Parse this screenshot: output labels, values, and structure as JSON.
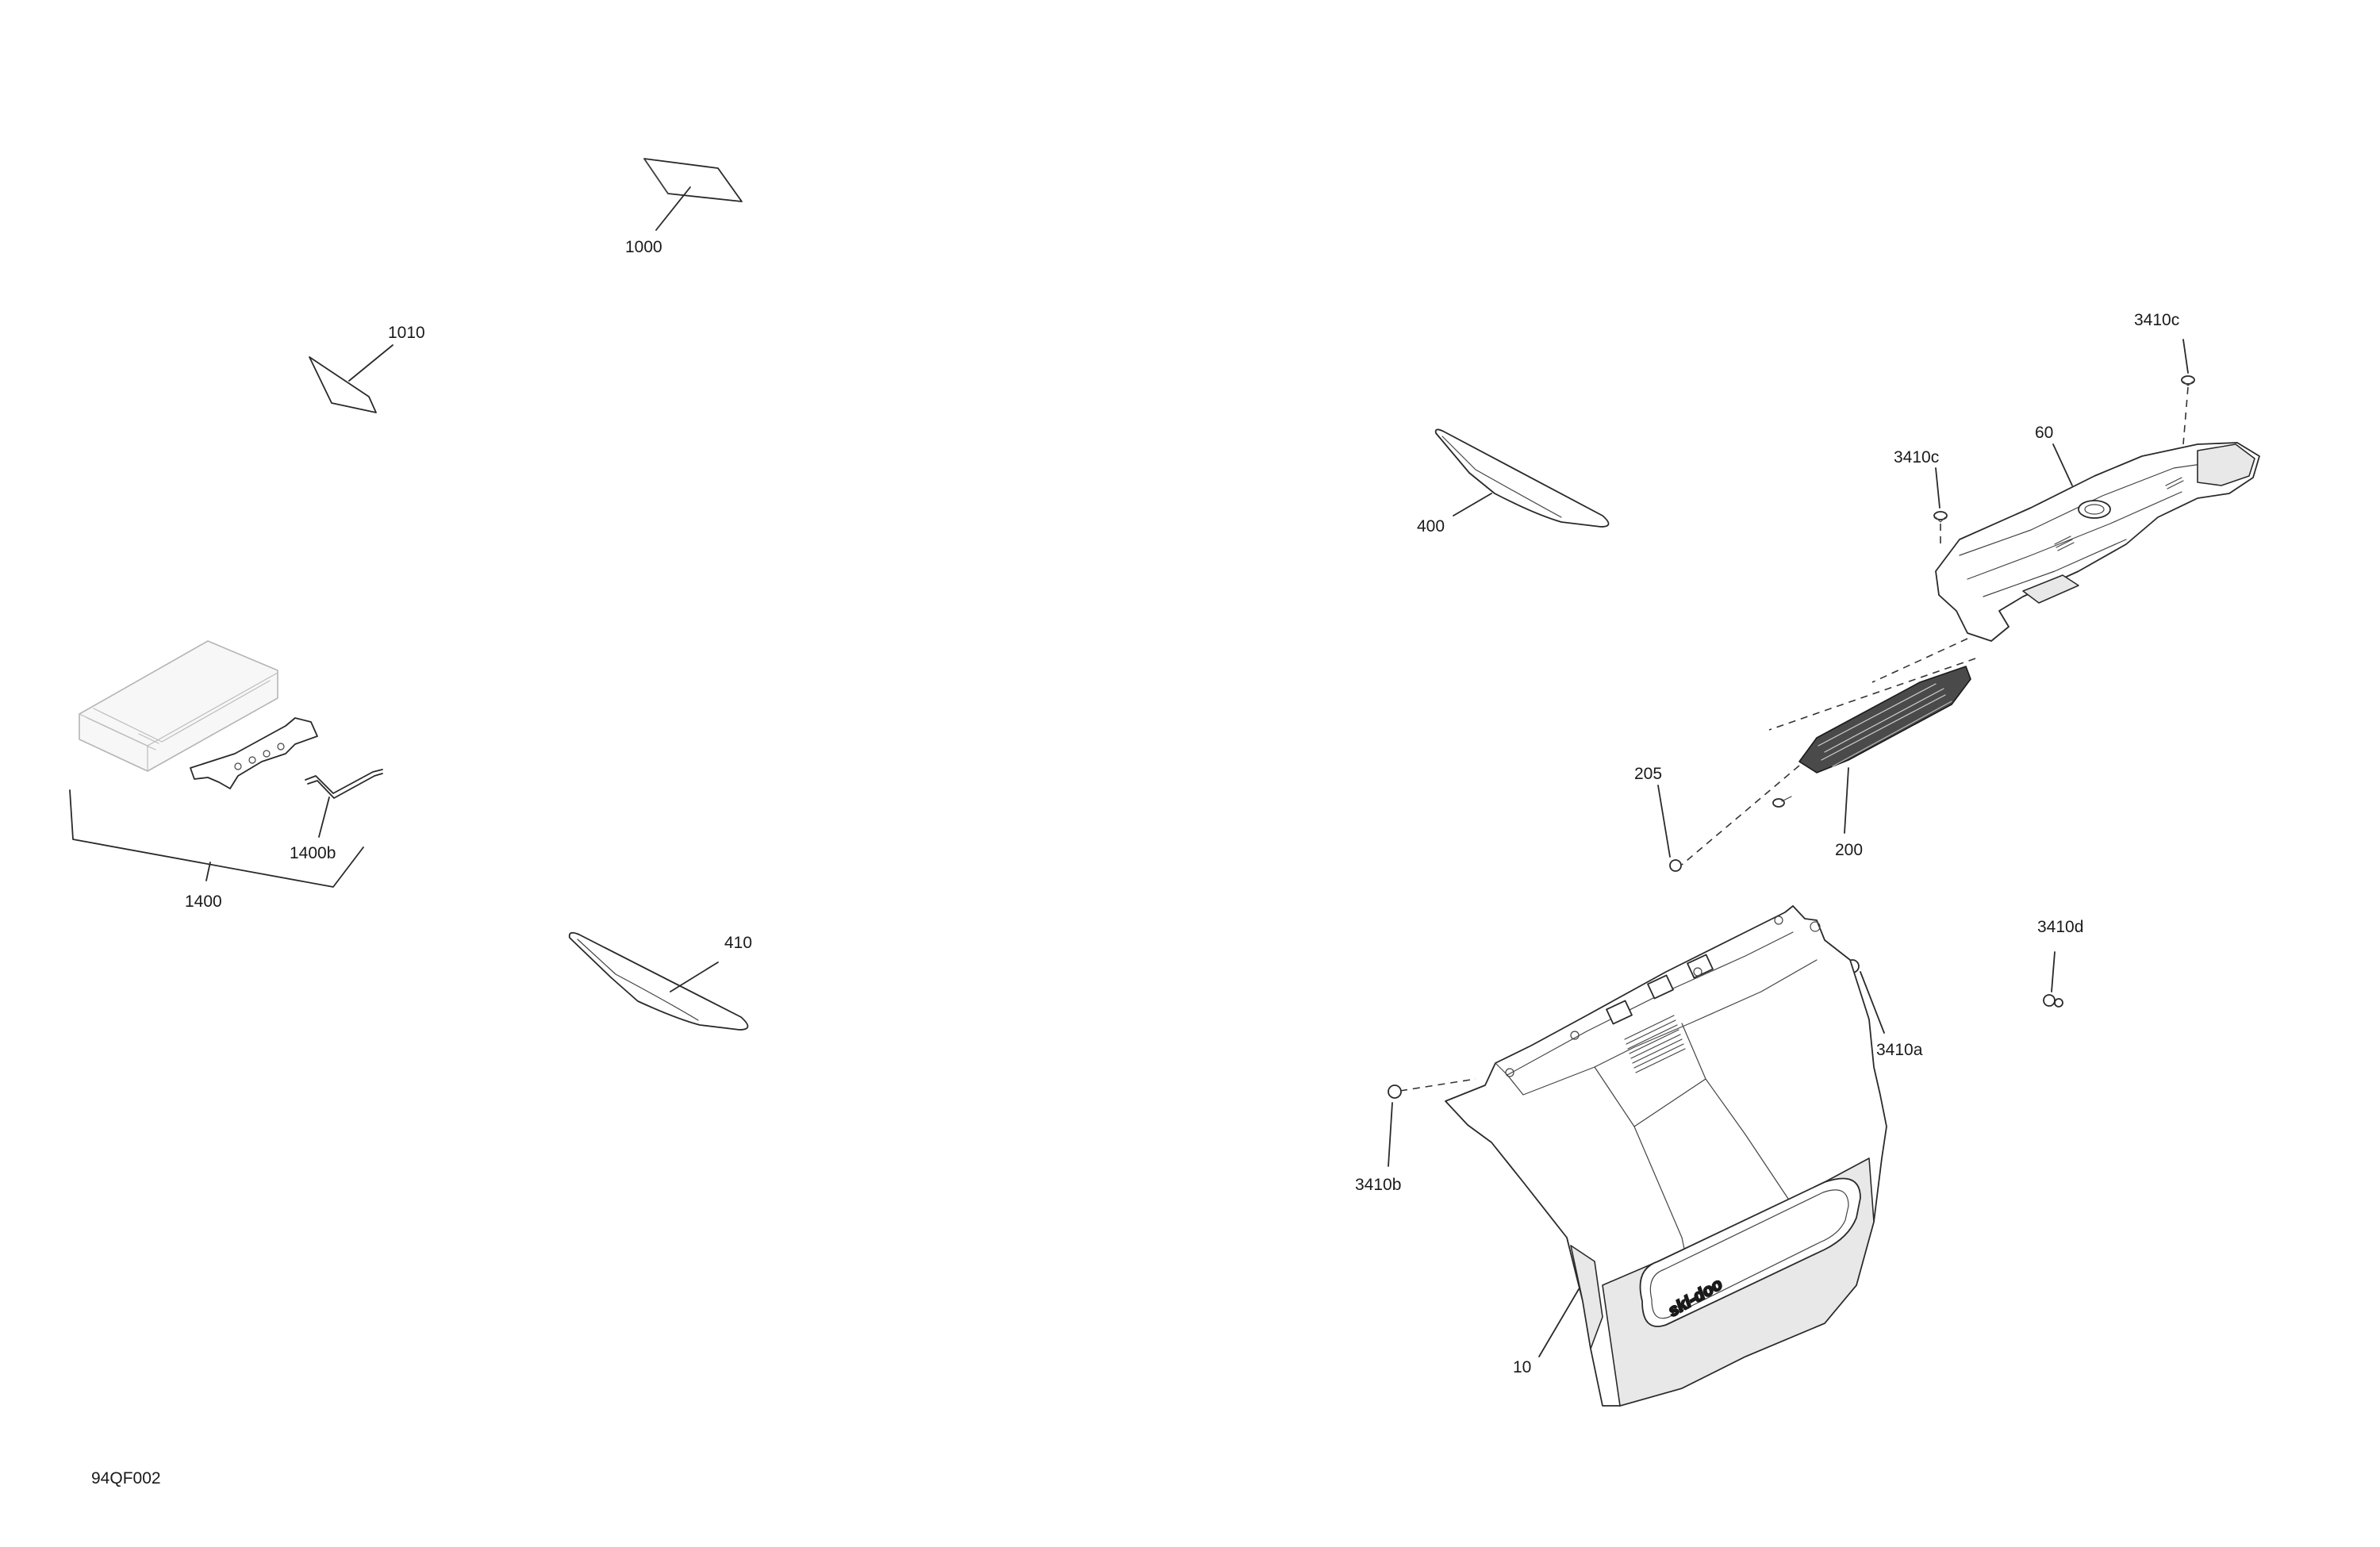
{
  "diagram_id": "94QF002",
  "callouts": [
    {
      "id": "1000",
      "label": "1000"
    },
    {
      "id": "1010",
      "label": "1010"
    },
    {
      "id": "1400",
      "label": "1400"
    },
    {
      "id": "1400b",
      "label": "1400b"
    },
    {
      "id": "410",
      "label": "410"
    },
    {
      "id": "400",
      "label": "400"
    },
    {
      "id": "3410c_top",
      "label": "3410c"
    },
    {
      "id": "3410c",
      "label": "3410c"
    },
    {
      "id": "60",
      "label": "60"
    },
    {
      "id": "205",
      "label": "205"
    },
    {
      "id": "200",
      "label": "200"
    },
    {
      "id": "3410d",
      "label": "3410d"
    },
    {
      "id": "3410a",
      "label": "3410a"
    },
    {
      "id": "3410b",
      "label": "3410b"
    },
    {
      "id": "10",
      "label": "10"
    }
  ],
  "logo_text": "ski-doo"
}
